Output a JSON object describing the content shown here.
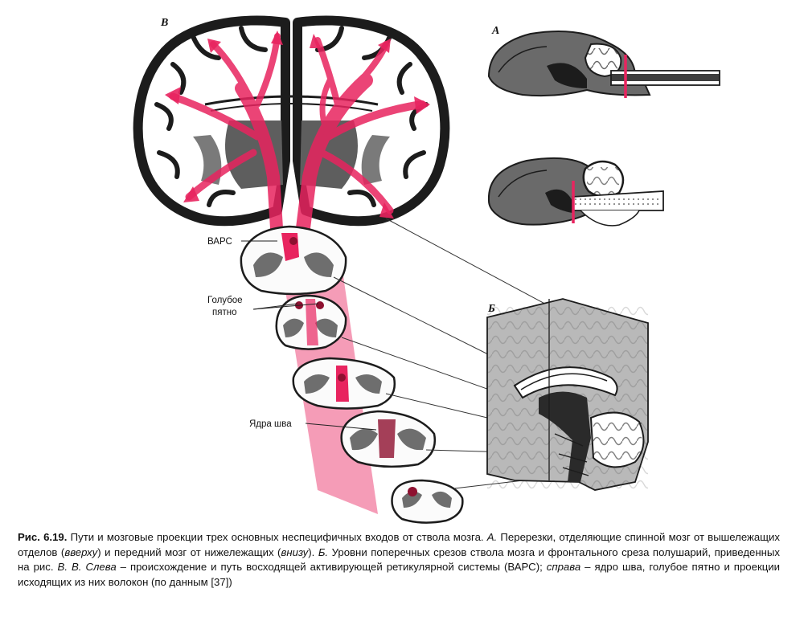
{
  "labels": {
    "panel_v": "В",
    "panel_a": "А",
    "panel_b": "Б",
    "vars": "ВАРС",
    "locus_line1": "Голубое",
    "locus_line2": "пятно",
    "raphe": "Ядра шва"
  },
  "caption": {
    "fig_label": "Рис. 6.19.",
    "t1": " Пути и мозговые проекции трех основных неспецифичных входов от ствола мозга. ",
    "a_letter": "А.",
    "t2": " Перерезки, отделяющие спинной мозг от вышележащих отделов (",
    "up": "вверху",
    "t3": ") и передний мозг от нижележащих (",
    "down": "внизу",
    "t4": "). ",
    "b_letter": "Б.",
    "t5": " Уровни поперечных срезов ствола мозга и фронтального среза полушарий, приведенных на рис. ",
    "v_letter": "В.",
    "t6": " ",
    "v_letter2": "В.",
    "t7": " ",
    "left": "Слева",
    "t8": " – происхождение и путь восходящей активирующей ретикулярной системы (ВАРС); ",
    "right": "справа",
    "t9": " – ядро шва, голубое пятно и проекции исходящих из них волокон (по данным [37])"
  },
  "colors": {
    "pathway": "#e8245f",
    "tissue_dark": "#6e6e6e",
    "tissue_light": "#bdbdbd",
    "outline": "#222222",
    "nucleus": "#8e1030"
  }
}
